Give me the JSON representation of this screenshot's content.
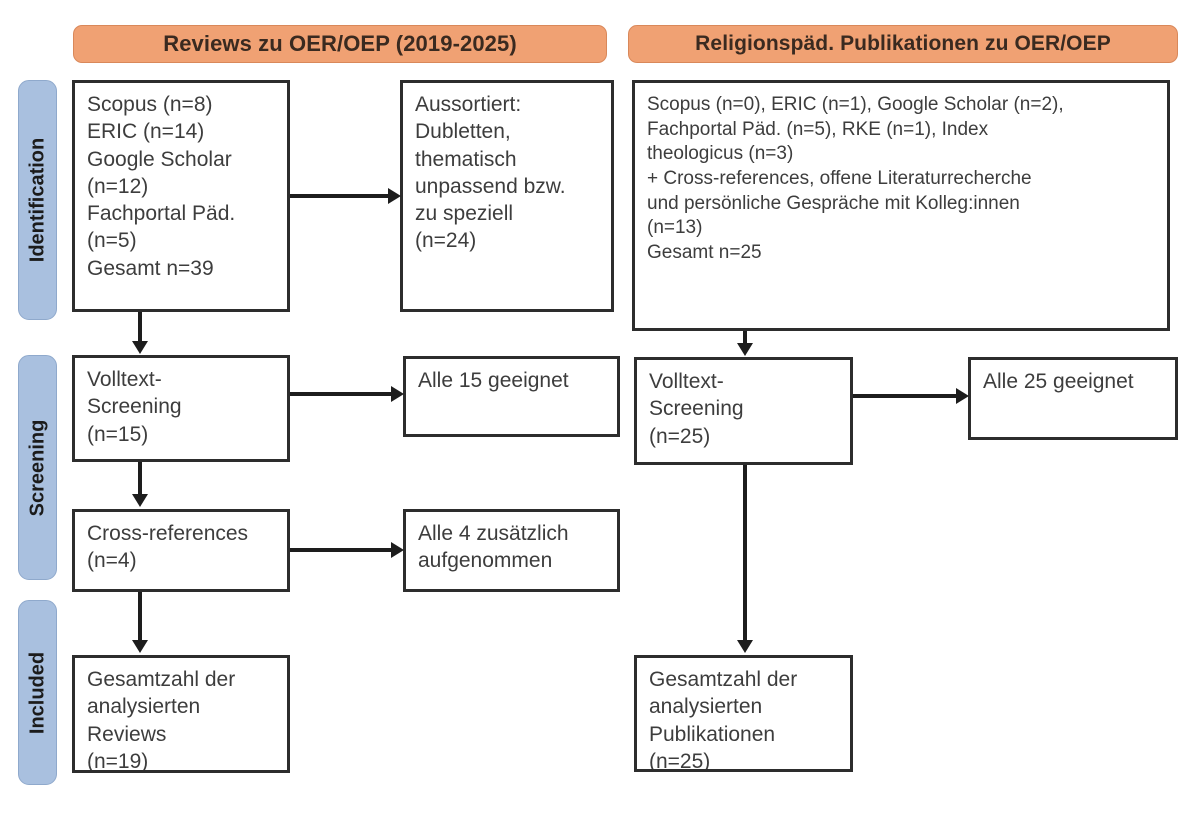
{
  "figure": {
    "type": "prisma-flow-diagram",
    "language": "de"
  },
  "columns": [
    {
      "id": "reviews",
      "header": "Reviews zu OER/OEP (2019-2025)"
    },
    {
      "id": "religionspaed",
      "header": "Religionspäd. Publikationen zu OER/OEP"
    }
  ],
  "stages": [
    {
      "id": "identification",
      "label": "Identification"
    },
    {
      "id": "screening",
      "label": "Screening"
    },
    {
      "id": "included",
      "label": "Included"
    }
  ],
  "boxes": {
    "left_identification": "Scopus (n=8)\nERIC (n=14)\nGoogle Scholar\n(n=12)\nFachportal Päd.\n(n=5)\nGesamt n=39",
    "left_excluded": "Aussortiert:\nDubletten,\nthematisch\nunpassend bzw.\nzu speziell\n(n=24)",
    "left_screening": "Volltext-\nScreening\n(n=15)",
    "left_screening_result": "Alle 15 geeignet",
    "left_crossrefs": "Cross-references\n(n=4)",
    "left_crossrefs_result": "Alle 4 zusätzlich\naufgenommen",
    "left_included": "Gesamtzahl der\nanalysierten\nReviews\n(n=19)",
    "right_identification": "Scopus (n=0), ERIC (n=1), Google Scholar (n=2),\nFachportal Päd. (n=5), RKE (n=1), Index\ntheologicus (n=3)\n+ Cross-references, offene Literaturrecherche\nund persönliche Gespräche mit Kolleg:innen\n(n=13)\nGesamt n=25",
    "right_screening": "Volltext-\nScreening\n(n=25)",
    "right_screening_result": "Alle 25 geeignet",
    "right_included": "Gesamtzahl der\nanalysierten\nPublikationen\n(n=25)"
  },
  "counts": {
    "left_scopus": 8,
    "left_eric": 14,
    "left_google_scholar": 12,
    "left_fachportal": 5,
    "left_total": 39,
    "left_excluded": 24,
    "left_fulltext_screening": 15,
    "left_crossrefs": 4,
    "left_included": 19,
    "right_scopus": 0,
    "right_eric": 1,
    "right_google_scholar": 2,
    "right_fachportal": 5,
    "right_rke": 1,
    "right_index_theologicus": 3,
    "right_additional": 13,
    "right_total": 25,
    "right_fulltext_screening": 25,
    "right_included": 25
  },
  "colors": {
    "header_fill": "#F0A173",
    "header_border": "#D9885A",
    "stage_fill": "#A9C0DF",
    "stage_border": "#8FA9CC",
    "box_border": "#2d2d2d",
    "connector": "#1d1d1d",
    "text": "#3d3d3d",
    "background": "#ffffff"
  }
}
